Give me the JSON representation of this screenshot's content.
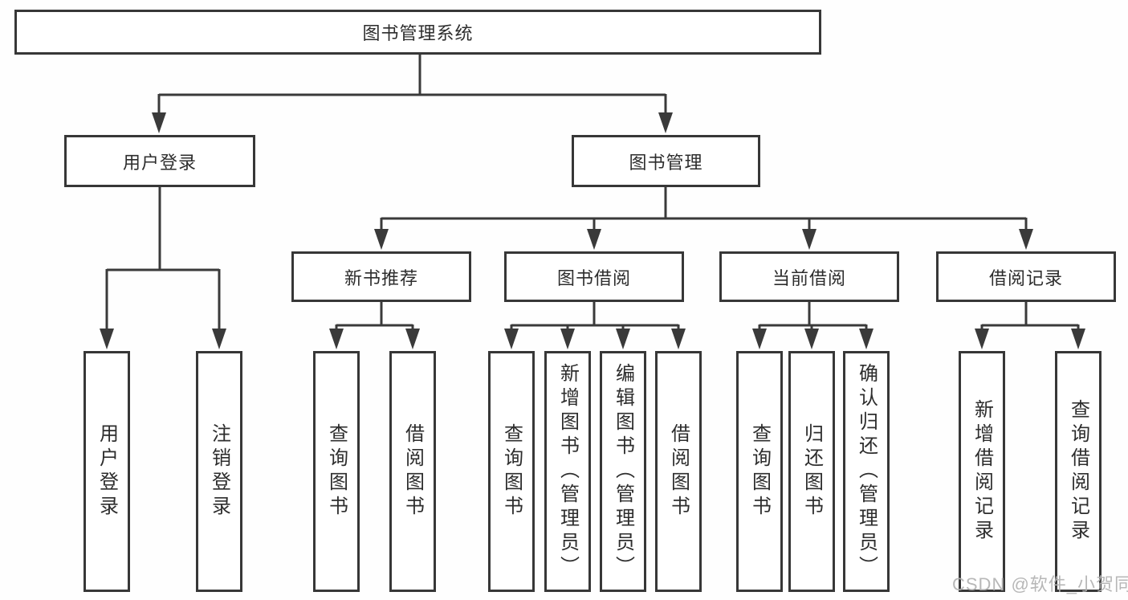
{
  "root": {
    "label": "图书管理系统"
  },
  "branches": [
    {
      "label": "用户登录",
      "children": [
        {
          "label": "用户登录"
        },
        {
          "label": "注销登录"
        }
      ]
    },
    {
      "label": "图书管理",
      "children": [
        {
          "label": "新书推荐",
          "children": [
            {
              "label": "查询图书"
            },
            {
              "label": "借阅图书"
            }
          ]
        },
        {
          "label": "图书借阅",
          "children": [
            {
              "label": "查询图书"
            },
            {
              "label": "新增图书（管理员）"
            },
            {
              "label": "编辑图书（管理员）"
            },
            {
              "label": "借阅图书"
            }
          ]
        },
        {
          "label": "当前借阅",
          "children": [
            {
              "label": "查询图书"
            },
            {
              "label": "归还图书"
            },
            {
              "label": "确认归还（管理员）"
            }
          ]
        },
        {
          "label": "借阅记录",
          "children": [
            {
              "label": "新增借阅记录"
            },
            {
              "label": "查询借阅记录"
            }
          ]
        }
      ]
    }
  ],
  "watermark": {
    "text": "CSDN @软件_小贺同学"
  },
  "colors": {
    "line": "#3a3a3a",
    "box_border": "#373737",
    "text": "#2d2d2d",
    "background": "#fefefe",
    "watermark": "#b2b2b2"
  }
}
